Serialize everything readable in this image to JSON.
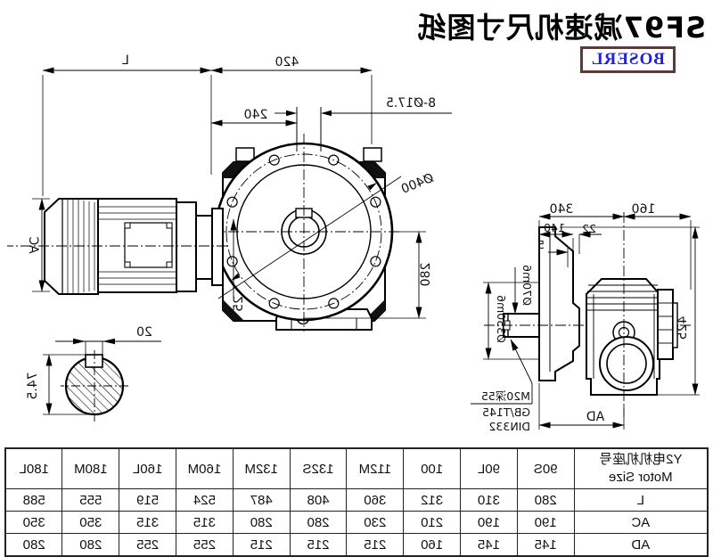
{
  "title": "SF97减速机尺寸图纸",
  "logo": "BOSERL",
  "colors": {
    "line": "#000000",
    "title_text": "#000000",
    "logo_text": "#2323cc",
    "logo_border": "#5e3a36",
    "paper": "#ffffff"
  },
  "front_view": {
    "dim_overall": "L",
    "dim_420": "420",
    "dim_240": "240",
    "bolt_holes": "8-Ø17.5",
    "flange_dia": "Ø400",
    "dim_280": "280",
    "dim_25": "25",
    "motor_dia_label": "AC"
  },
  "shaft_section": {
    "key_width": "20",
    "shaft_height": "74.5"
  },
  "side_view": {
    "dim_340": "340",
    "dim_160": "160",
    "dim_140": "140",
    "dim_22": "22",
    "dim_5": "5",
    "shaft_dia": "Ø70m6",
    "spigot_dia": "Ø350m6",
    "dim_425": "425",
    "dim_ad": "AD",
    "tap_note_line1": "M20深55",
    "tap_note_line2": "GB/T145",
    "tap_note_line3": "DIN332"
  },
  "table": {
    "header_line1": "Y2电机机座号",
    "header_line2": "Motor Size",
    "columns": [
      "90S",
      "90L",
      "100",
      "112M",
      "132S",
      "132M",
      "160M",
      "160L",
      "180M",
      "180L"
    ],
    "rows": [
      {
        "label": "L",
        "values": [
          "280",
          "310",
          "312",
          "360",
          "408",
          "487",
          "524",
          "519",
          "555",
          "588"
        ]
      },
      {
        "label": "AC",
        "values": [
          "190",
          "190",
          "210",
          "230",
          "280",
          "280",
          "315",
          "315",
          "350",
          "350"
        ]
      },
      {
        "label": "AD",
        "values": [
          "145",
          "145",
          "160",
          "215",
          "215",
          "215",
          "255",
          "255",
          "280",
          "280"
        ]
      }
    ]
  }
}
